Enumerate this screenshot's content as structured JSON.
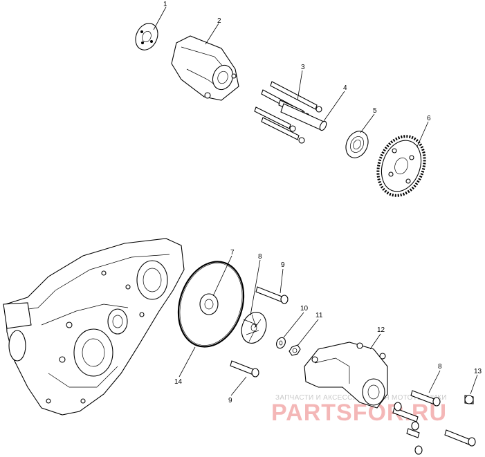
{
  "diagram": {
    "callouts": [
      {
        "id": "c1",
        "label": "1"
      },
      {
        "id": "c2",
        "label": "2"
      },
      {
        "id": "c3",
        "label": "3"
      },
      {
        "id": "c4",
        "label": "4"
      },
      {
        "id": "c5",
        "label": "5"
      },
      {
        "id": "c6",
        "label": "6"
      },
      {
        "id": "c7",
        "label": "7"
      },
      {
        "id": "c8",
        "label": "8"
      },
      {
        "id": "c9a",
        "label": "9"
      },
      {
        "id": "c10",
        "label": "10"
      },
      {
        "id": "c11",
        "label": "11"
      },
      {
        "id": "c12",
        "label": "12"
      },
      {
        "id": "c14",
        "label": "14"
      },
      {
        "id": "c9b",
        "label": "9"
      },
      {
        "id": "c8b",
        "label": "8"
      },
      {
        "id": "c13",
        "label": "13"
      }
    ]
  },
  "watermark": {
    "top_text": "ЗАПЧАСТИ И АКСЕССУАРЫ ДЛЯ МОТОТЕХНИКИ",
    "main_text": "PARTSFOR.RU"
  }
}
